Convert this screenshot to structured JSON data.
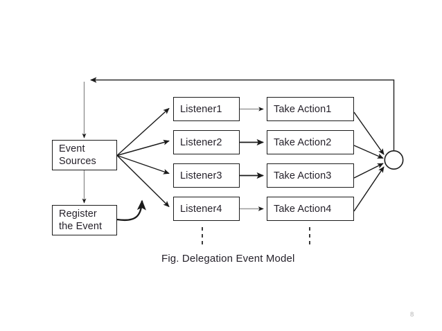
{
  "slide": {
    "page_number": "8",
    "background_color": "#ffffff",
    "stroke_color": "#1a1a1a",
    "text_color": "#231f28",
    "page_number_color": "#b3b3b3"
  },
  "caption": {
    "text": "Fig. Delegation Event Model"
  },
  "nodes": {
    "event_sources": {
      "line1": "Event",
      "line2": "Sources"
    },
    "register_event": {
      "line1": "Register",
      "line2": "the Event"
    },
    "listeners": [
      {
        "label": "Listener1"
      },
      {
        "label": "Listener2"
      },
      {
        "label": "Listener3"
      },
      {
        "label": "Listener4"
      }
    ],
    "actions": [
      {
        "label": "Take Action1"
      },
      {
        "label": "Take Action2"
      },
      {
        "label": "Take Action3"
      },
      {
        "label": "Take Action4"
      }
    ],
    "junction": {
      "shape_name": "junction-circle"
    }
  },
  "connectors": {
    "feedback_label": "",
    "register_label": ""
  },
  "ellipsis": {
    "listener_column": "vertical-ellipsis",
    "action_column": "vertical-ellipsis"
  }
}
